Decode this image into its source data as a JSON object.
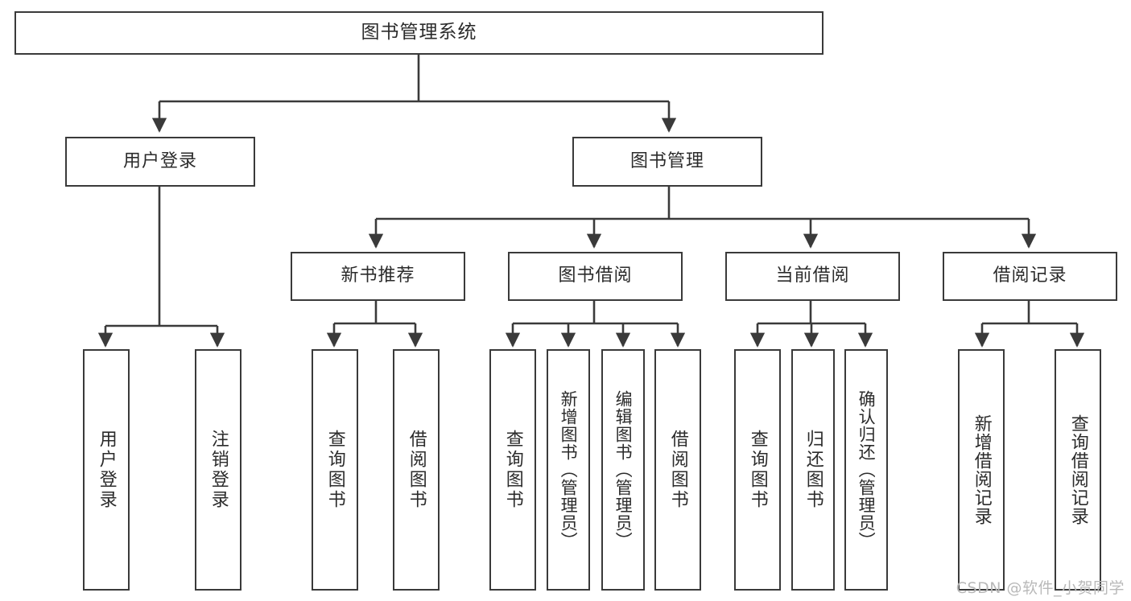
{
  "diagram": {
    "title": "图书管理系统",
    "type": "tree",
    "root": {
      "label": "图书管理系统"
    },
    "level2": [
      {
        "label": "用户登录"
      },
      {
        "label": "图书管理"
      }
    ],
    "level3": [
      {
        "label": "新书推荐"
      },
      {
        "label": "图书借阅"
      },
      {
        "label": "当前借阅"
      },
      {
        "label": "借阅记录"
      }
    ],
    "leaves": {
      "user_login": [
        {
          "label": "用户登录"
        },
        {
          "label": "注销登录"
        }
      ],
      "new_book": [
        {
          "label": "查询图书"
        },
        {
          "label": "借阅图书"
        }
      ],
      "borrow_book": [
        {
          "label": "查询图书"
        },
        {
          "label": "新增图书（管理员）"
        },
        {
          "label": "编辑图书（管理员）"
        },
        {
          "label": "借阅图书"
        }
      ],
      "current_borrow": [
        {
          "label": "查询图书"
        },
        {
          "label": "归还图书"
        },
        {
          "label": "确认归还（管理员）"
        }
      ],
      "borrow_record": [
        {
          "label": "新增借阅记录"
        },
        {
          "label": "查询借阅记录"
        }
      ]
    }
  },
  "watermark": {
    "text": "CSDN @软件_小贺同学"
  },
  "colors": {
    "stroke": "#3a3a3a",
    "background": "#ffffff",
    "text": "#2b2b2b",
    "watermark": "#b9b9b9"
  }
}
